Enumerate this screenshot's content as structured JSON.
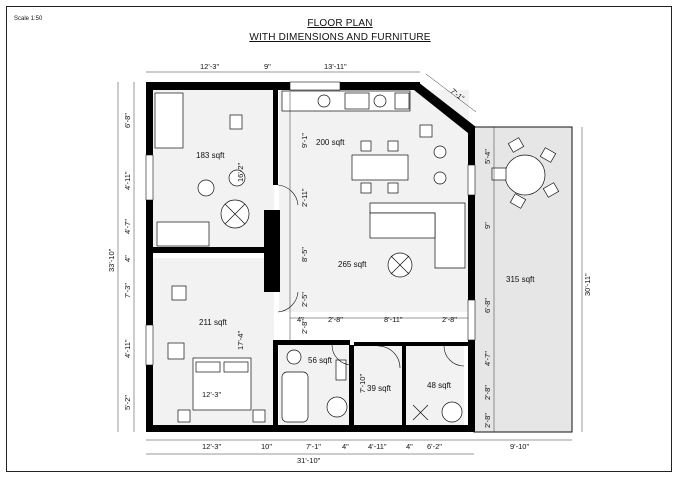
{
  "sheet": {
    "scale": "Scale 1:50",
    "title_line1": "FLOOR PLAN",
    "title_line2": "WITH DIMENSIONS AND FURNITURE"
  },
  "rooms": {
    "bedroom_top": "183 sqft",
    "kitchen": "200 sqft",
    "living": "265 sqft",
    "bedroom_bottom": "211 sqft",
    "terrace": "315 sqft",
    "bathroom": "56 sqft",
    "closet": "39 sqft",
    "utility": "48 sqft"
  },
  "dimensions": {
    "top_1": "12'-3\"",
    "top_2": "9\"",
    "top_3": "13'-11\"",
    "diagonal": "7'-1\"",
    "bottom_1": "12'-3\"",
    "bottom_2": "10\"",
    "bottom_3": "7'-1\"",
    "bottom_4": "4\"",
    "bottom_5": "4'-11\"",
    "bottom_6": "4\"",
    "bottom_7": "6'-2\"",
    "bottom_total": "31'-10\"",
    "bottom_terrace": "9'-10\"",
    "left_1": "6'-8\"",
    "left_2": "4'-11\"",
    "left_3": "4'-7\"",
    "left_4": "4\"",
    "left_5": "7'-3\"",
    "left_6": "4'-11\"",
    "left_7": "5'-2\"",
    "left_total": "33'-10\"",
    "right_total": "30'-11\"",
    "inner_bed_top": "16'-2\"",
    "inner_bed_bottom": "17'-4\"",
    "inner_bed_width": "12'-3\"",
    "center_1": "9'-1\"",
    "center_2": "2'-11\"",
    "center_3": "8'-5\"",
    "center_4": "2'-5\"",
    "center_5": "2'-8\"",
    "h_1": "4\"",
    "h_2": "2'-8\"",
    "h_3": "8'-11\"",
    "h_4": "2'-8\"",
    "closet_h": "7'-10\"",
    "right_1": "5'-4\"",
    "right_2": "9\"",
    "right_3": "6'-8\"",
    "right_4": "4'-7\"",
    "right_5": "2'-8\"",
    "right_6": "2'-8\""
  }
}
